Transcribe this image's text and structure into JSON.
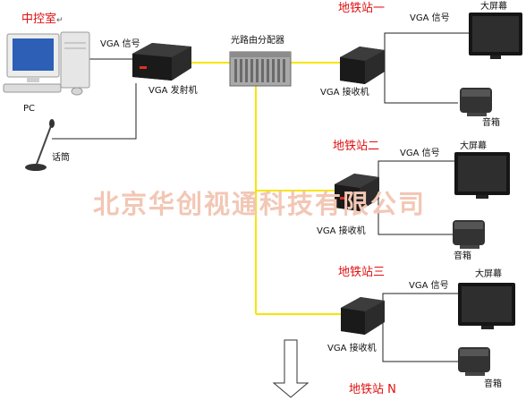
{
  "labels": {
    "control_room": "中控室",
    "pc": "PC",
    "microphone": "话筒",
    "vga_signal": "VGA 信号",
    "vga_transmitter": "VGA 发射机",
    "fiber_splitter": "光路由分配器",
    "vga_receiver": "VGA 接收机",
    "big_screen": "大屏幕",
    "speaker": "音箱"
  },
  "stations": [
    {
      "name": "地铁站一"
    },
    {
      "name": "地铁站二"
    },
    {
      "name": "地铁站三"
    },
    {
      "name": "地铁站 N"
    }
  ],
  "watermark": "北京华创视通科技有限公司",
  "colors": {
    "fiber_line": "#f5e600",
    "cable_line": "#222222",
    "station_label": "#e01010",
    "watermark": "#f2c7b5"
  }
}
